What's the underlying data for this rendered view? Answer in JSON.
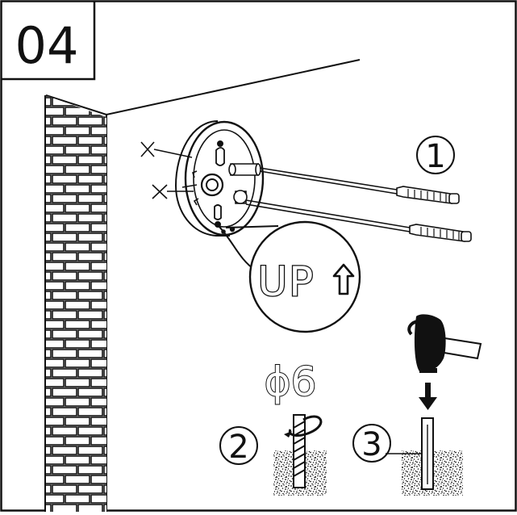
{
  "step": {
    "number": "04"
  },
  "callouts": {
    "step1": "1",
    "step2": "2",
    "step3": "3",
    "up": "UP",
    "drill_diameter": "ϕ6"
  },
  "colors": {
    "ink": "#111111",
    "paper": "#ffffff"
  },
  "icons": [
    "brick-wall",
    "mounting-box",
    "screw",
    "drill-bit",
    "hammer",
    "wall-anchor",
    "up-arrow"
  ]
}
